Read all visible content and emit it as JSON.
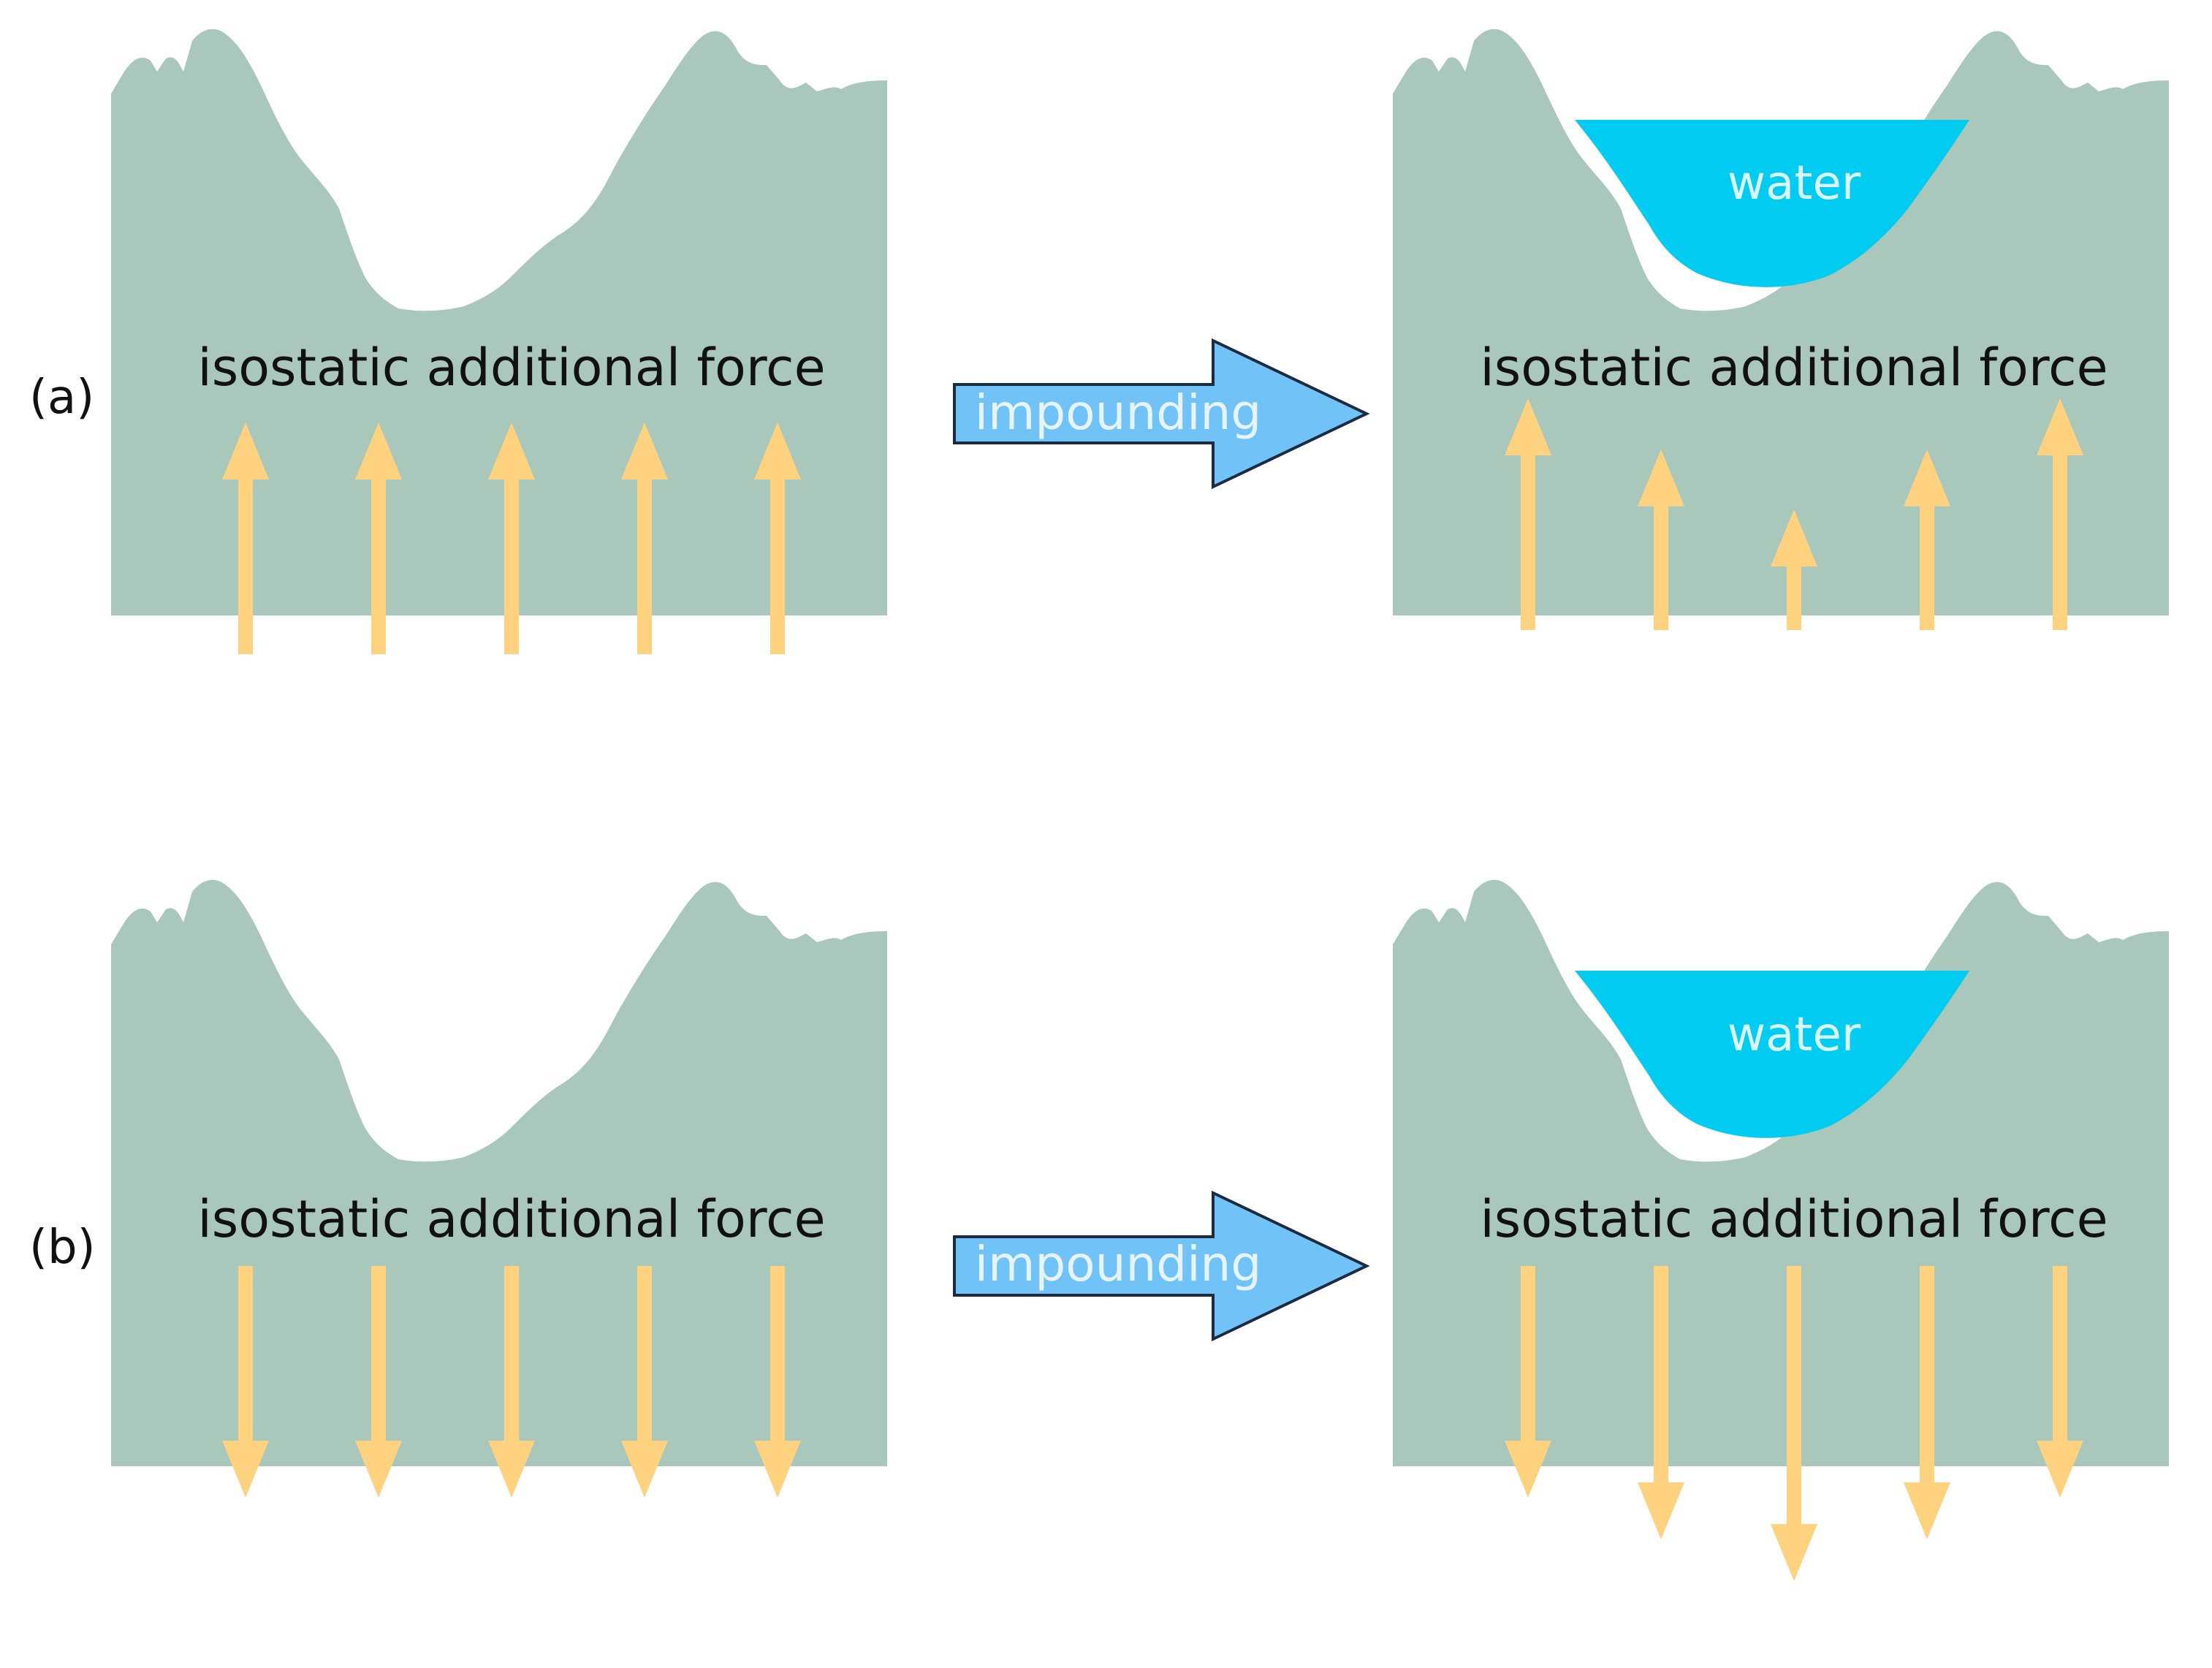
{
  "colors": {
    "ground": "#a9c7ba",
    "water": "#00ccf2",
    "water_text": "#d9f8ff",
    "force_arrow": "#ffd27f",
    "impound_arrow_fill": "#71c2f7",
    "impound_arrow_stroke": "#1c2b40",
    "impound_text": "#e5f4ff",
    "text": "#111111"
  },
  "rows": [
    {
      "label": "(a)",
      "before": {
        "force_label": "isostatic additional force",
        "force_direction": "up",
        "arrow_lengths": [
          1,
          1,
          1,
          1,
          1
        ]
      },
      "transition_label": "impounding",
      "after": {
        "water_label": "water",
        "force_label": "isostatic additional force",
        "force_direction": "up",
        "arrow_lengths": [
          1,
          0.78,
          0.52,
          0.78,
          1
        ]
      }
    },
    {
      "label": "(b)",
      "before": {
        "force_label": "isostatic additional force",
        "force_direction": "down",
        "arrow_lengths": [
          1,
          1,
          1,
          1,
          1
        ]
      },
      "transition_label": "impounding",
      "after": {
        "water_label": "water",
        "force_label": "isostatic additional force",
        "force_direction": "down",
        "arrow_lengths": [
          1,
          1.18,
          1.36,
          1.18,
          1
        ]
      }
    }
  ]
}
